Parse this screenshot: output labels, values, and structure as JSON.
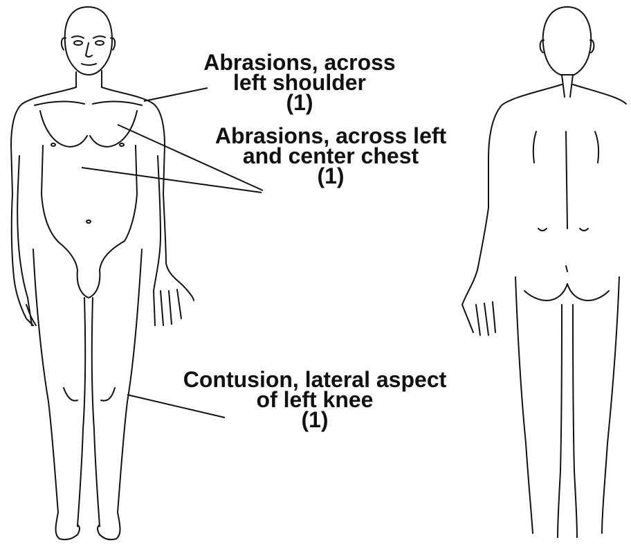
{
  "annotations": [
    {
      "id": "shoulder",
      "lines": [
        "Abrasions, across",
        "left shoulder",
        "(1)"
      ]
    },
    {
      "id": "chest",
      "lines": [
        "Abrasions, across left",
        "and center chest",
        "(1)"
      ]
    },
    {
      "id": "knee",
      "lines": [
        "Contusion, lateral aspect",
        "of left knee",
        "(1)"
      ]
    }
  ],
  "views": [
    "front-view",
    "back-view"
  ],
  "colors": {
    "ink": "#111111",
    "background": "#ffffff"
  }
}
